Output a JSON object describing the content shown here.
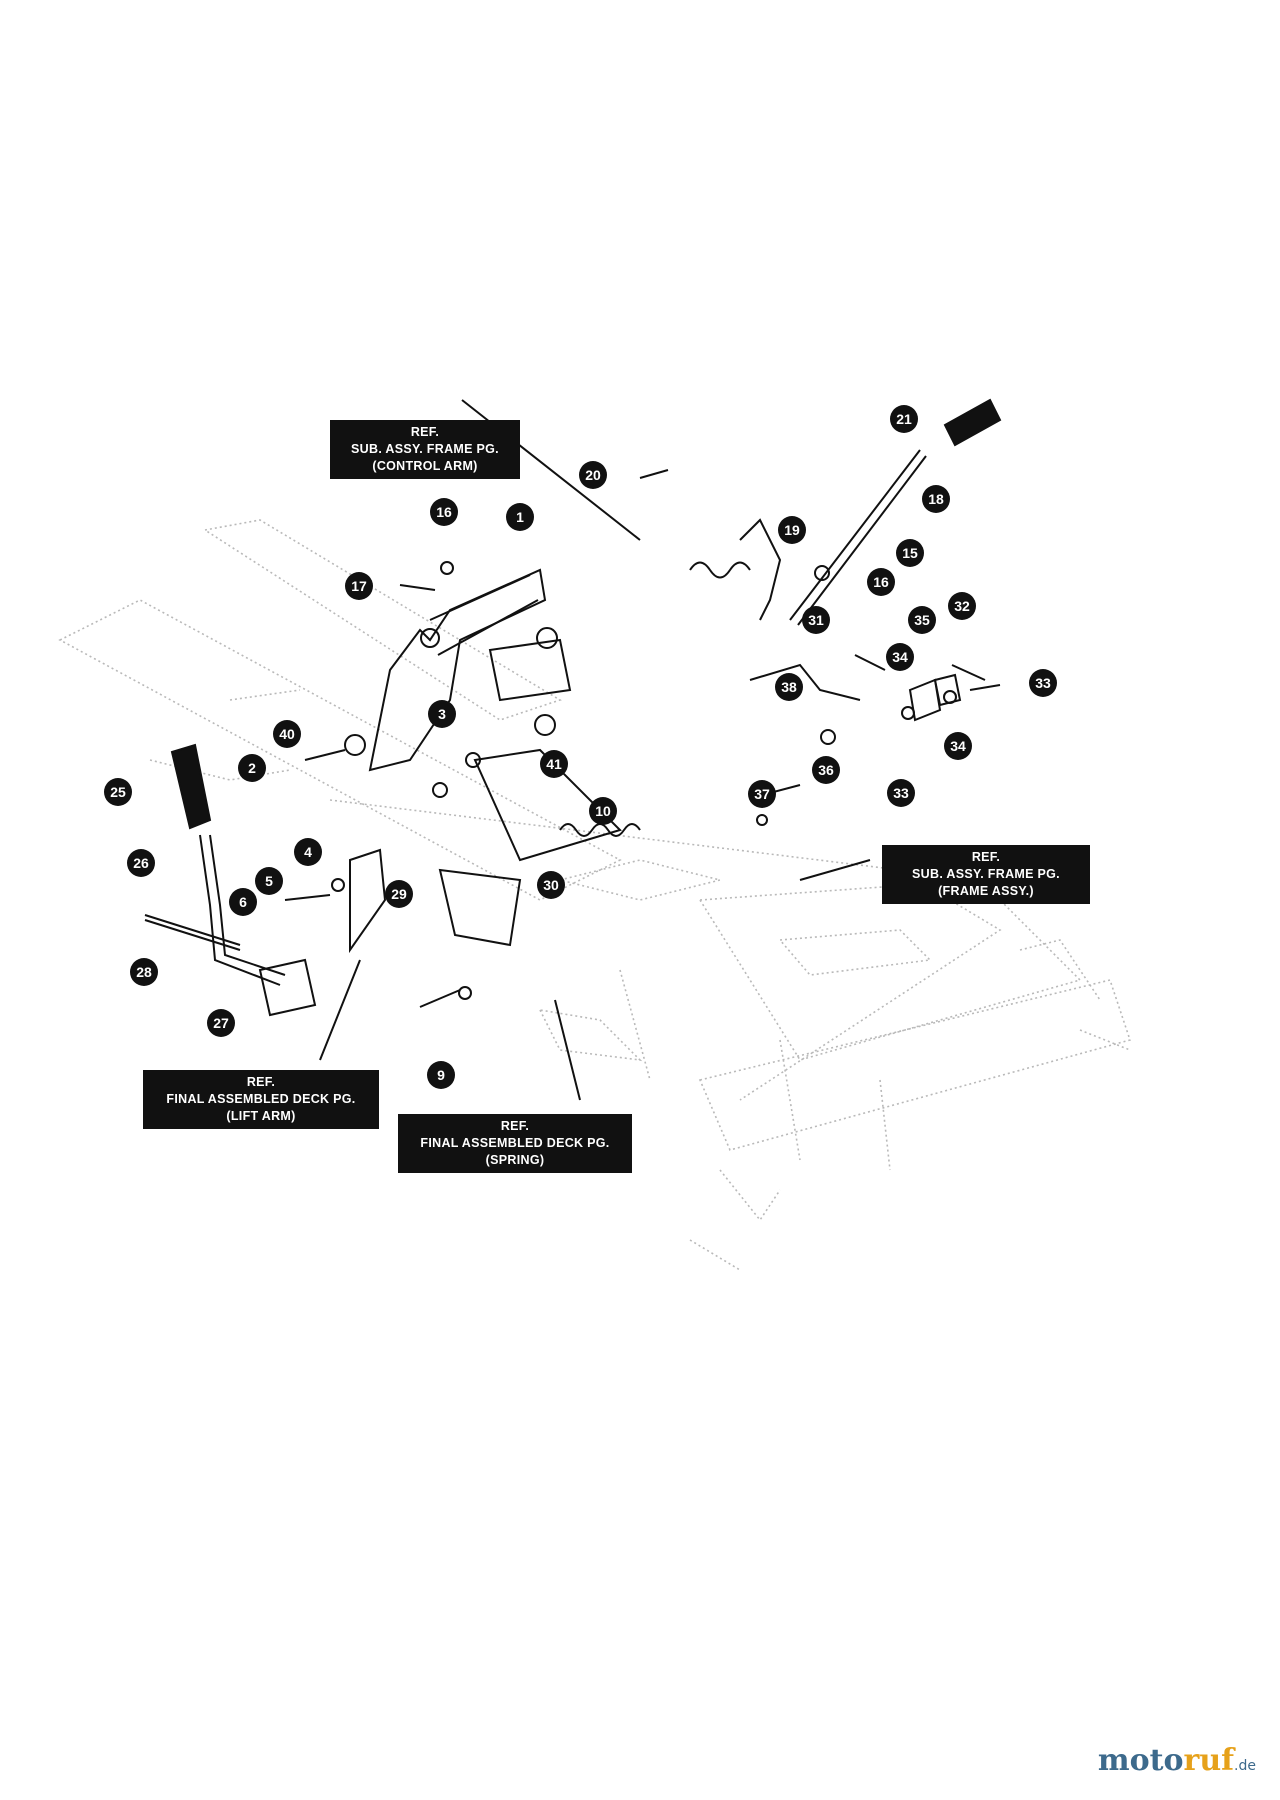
{
  "callouts": [
    {
      "id": "c1",
      "label": "1"
    },
    {
      "id": "c2",
      "label": "2"
    },
    {
      "id": "c3",
      "label": "3"
    },
    {
      "id": "c4",
      "label": "4"
    },
    {
      "id": "c5",
      "label": "5"
    },
    {
      "id": "c6",
      "label": "6"
    },
    {
      "id": "c9",
      "label": "9"
    },
    {
      "id": "c10",
      "label": "10"
    },
    {
      "id": "c15",
      "label": "15"
    },
    {
      "id": "c16a",
      "label": "16"
    },
    {
      "id": "c16b",
      "label": "16"
    },
    {
      "id": "c17",
      "label": "17"
    },
    {
      "id": "c18",
      "label": "18"
    },
    {
      "id": "c19",
      "label": "19"
    },
    {
      "id": "c20",
      "label": "20"
    },
    {
      "id": "c21",
      "label": "21"
    },
    {
      "id": "c25",
      "label": "25"
    },
    {
      "id": "c26",
      "label": "26"
    },
    {
      "id": "c27",
      "label": "27"
    },
    {
      "id": "c28",
      "label": "28"
    },
    {
      "id": "c29",
      "label": "29"
    },
    {
      "id": "c30",
      "label": "30"
    },
    {
      "id": "c31",
      "label": "31"
    },
    {
      "id": "c32",
      "label": "32"
    },
    {
      "id": "c33a",
      "label": "33"
    },
    {
      "id": "c33b",
      "label": "33"
    },
    {
      "id": "c34a",
      "label": "34"
    },
    {
      "id": "c34b",
      "label": "34"
    },
    {
      "id": "c35",
      "label": "35"
    },
    {
      "id": "c36",
      "label": "36"
    },
    {
      "id": "c37",
      "label": "37"
    },
    {
      "id": "c38",
      "label": "38"
    },
    {
      "id": "c40",
      "label": "40"
    },
    {
      "id": "c41",
      "label": "41"
    }
  ],
  "refs": {
    "control_arm": {
      "l1": "REF.",
      "l2": "SUB. ASSY. FRAME PG.",
      "l3": "(CONTROL ARM)"
    },
    "frame_assy": {
      "l1": "REF.",
      "l2": "SUB. ASSY. FRAME PG.",
      "l3": "(FRAME ASSY.)"
    },
    "lift_arm": {
      "l1": "REF.",
      "l2": "FINAL ASSEMBLED DECK PG.",
      "l3": "(LIFT ARM)"
    },
    "spring": {
      "l1": "REF.",
      "l2": "FINAL ASSEMBLED DECK PG.",
      "l3": "(SPRING)"
    }
  },
  "brand": {
    "a": "moto",
    "b": "ruf",
    "c": ".de"
  }
}
